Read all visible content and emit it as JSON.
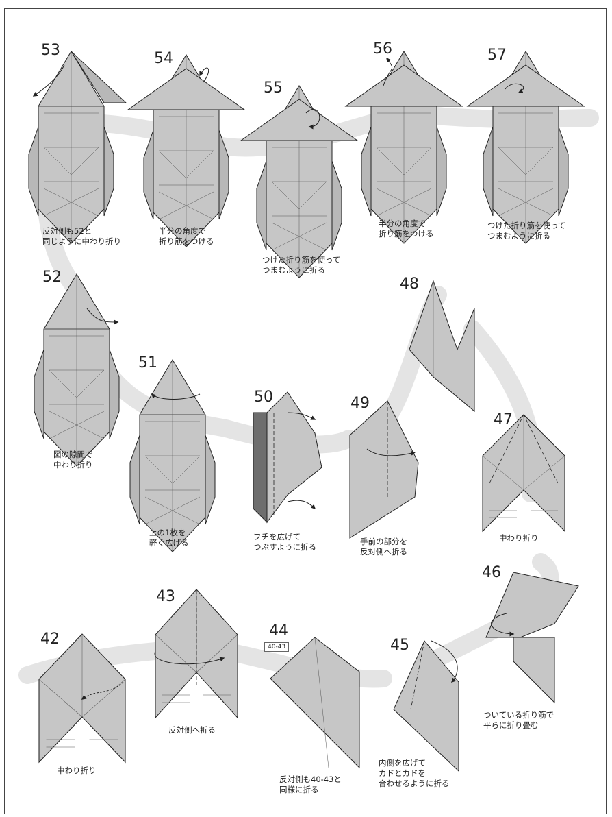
{
  "steps": [
    {
      "id": "53",
      "caption": "反対側も52と\n同じように中わり折り"
    },
    {
      "id": "54",
      "caption": "半分の角度で\n折り筋をつける"
    },
    {
      "id": "55",
      "caption": "つけた折り筋を使って\nつまむように折る"
    },
    {
      "id": "56",
      "caption": "半分の角度で\n折り筋をつける"
    },
    {
      "id": "57",
      "caption": "つけた折り筋を使って\nつまむように折る"
    },
    {
      "id": "52",
      "caption": "図の隙間で\n中わり折り"
    },
    {
      "id": "51",
      "caption": "上の1枚を\n軽く広げる"
    },
    {
      "id": "50",
      "caption": "フチを広げて\nつぶすように折る"
    },
    {
      "id": "49",
      "caption": "手前の部分を\n反対側へ折る"
    },
    {
      "id": "48",
      "caption": ""
    },
    {
      "id": "47",
      "caption": "中わり折り"
    },
    {
      "id": "46",
      "caption": "ついている折り筋で\n平らに折り畳む"
    },
    {
      "id": "45",
      "caption": "内側を広げて\nカドとカドを\n合わせるように折る"
    },
    {
      "id": "44",
      "caption": "反対側も40-43と\n同様に折る",
      "tag": "40-43"
    },
    {
      "id": "43",
      "caption": "反対側へ折る"
    },
    {
      "id": "42",
      "caption": "中わり折り"
    }
  ],
  "colors": {
    "paper": "#c6c6c6",
    "paper_dark": "#6e6e6e",
    "path": "#e4e4e4",
    "line": "#222222"
  }
}
